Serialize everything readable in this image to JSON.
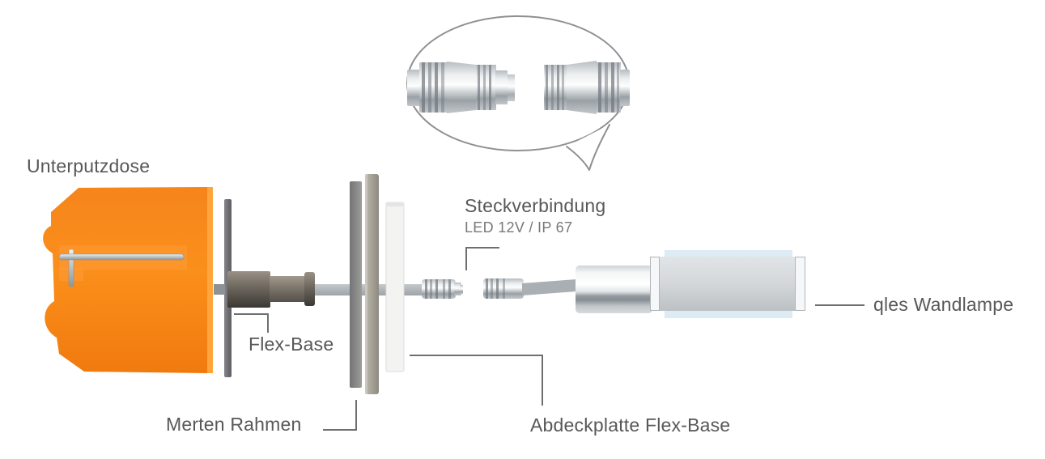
{
  "labels": {
    "unterputzdose": "Unterputzdose",
    "flex_base": "Flex-Base",
    "merten_rahmen": "Merten Rahmen",
    "abdeckplatte_flex_base": "Abdeckplatte Flex-Base",
    "steckverbindung": "Steckverbindung",
    "steckverbindung_spec": "LED 12V / IP 67",
    "qles_wandlampe": "qles Wandlampe"
  },
  "colors": {
    "accent_orange": "#F5821F",
    "orange_strip": "#FFA53C",
    "wall_plate_gray": "#636366",
    "flex_base_dark": "#55504A",
    "metal_gray": "#AEB5BA",
    "glass_blue": "#DCEBF4",
    "label_text": "#58585B",
    "sub_text": "#77787B",
    "leader_line": "#6E6F71",
    "bubble_outline": "#8F9092",
    "background": "#FFFFFF"
  }
}
